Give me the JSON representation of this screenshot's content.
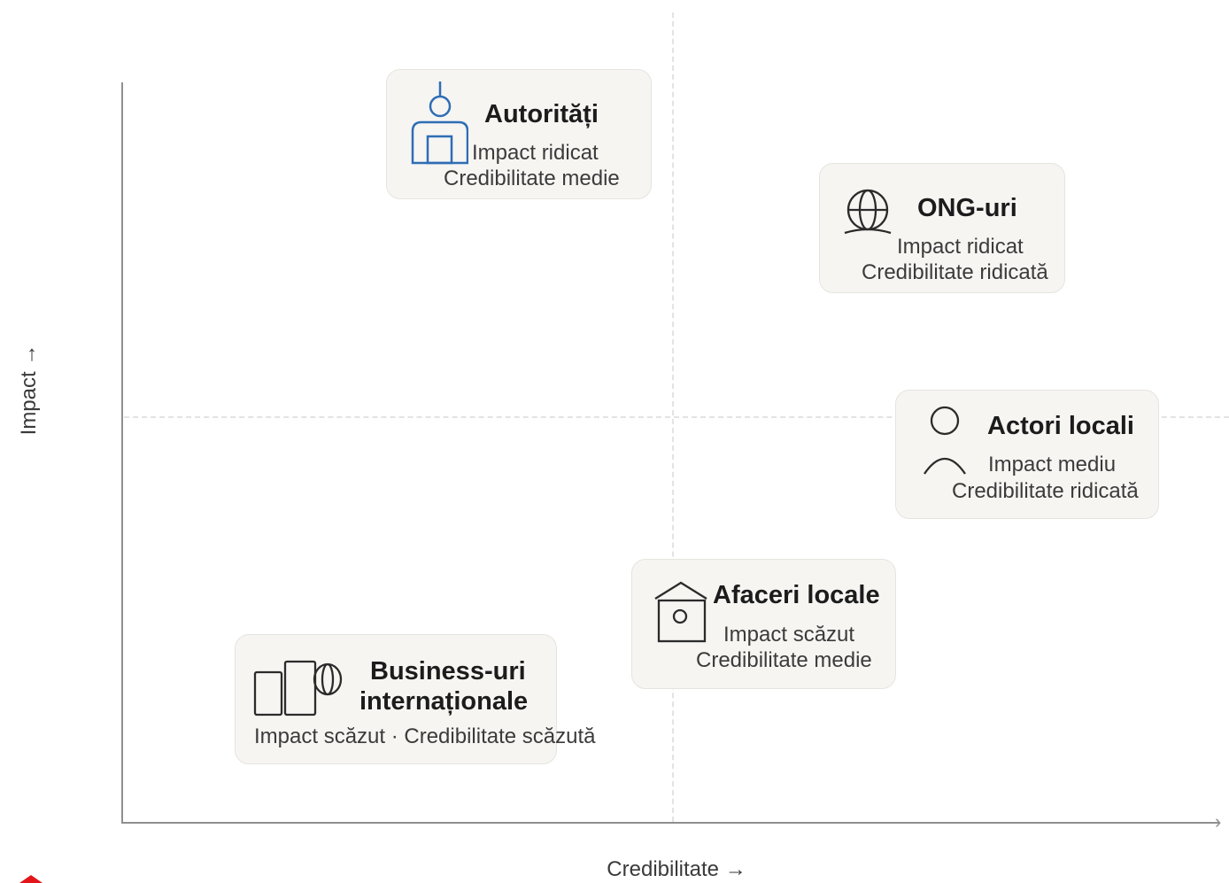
{
  "axes": {
    "x_label": "Credibilitate →",
    "y_label": "Impact →"
  },
  "quadrant_dividers": {
    "vertical_dashed": true,
    "horizontal_dashed": true
  },
  "stakeholders": [
    {
      "name": "Autorități",
      "impact": "Impact ridicat",
      "credibility": "Credibilitate medie",
      "icon": "government-building-icon",
      "icon_color": "#2f6db5"
    },
    {
      "name": "ONG-uri",
      "impact": "Impact ridicat",
      "credibility": "Credibilitate ridicată",
      "icon": "globe-icon",
      "icon_color": "#2b2b2b"
    },
    {
      "name": "Actori locali",
      "impact": "Impact mediu",
      "credibility": "Credibilitate ridicată",
      "icon": "person-icon",
      "icon_color": "#2b2b2b"
    },
    {
      "name": "Afaceri locale",
      "impact": "Impact scăzut",
      "credibility": "Credibilitate medie",
      "icon": "shop-house-icon",
      "icon_color": "#2b2b2b"
    },
    {
      "name_line1": "Business-uri",
      "name_line2": "internaționale",
      "summary": "Impact scăzut · Credibilitate scăzută",
      "icon": "international-business-icon",
      "icon_color": "#2b2b2b"
    }
  ],
  "colors": {
    "card_background": "#f6f5f2",
    "axis": "#8f8f8f",
    "divider": "#e3e3e3",
    "accent_blue": "#2f6db5",
    "brand_red": "#e3151a"
  }
}
